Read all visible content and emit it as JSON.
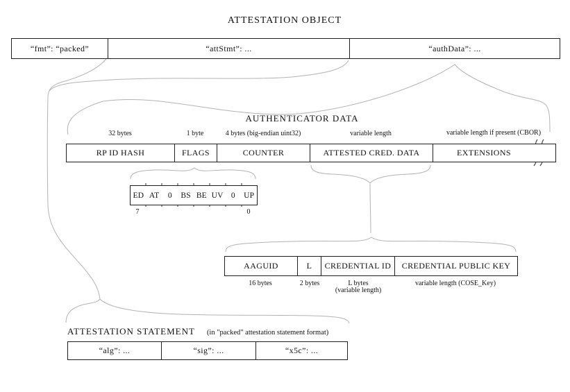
{
  "title": "ATTESTATION OBJECT",
  "attestation_object": {
    "fmt_label": "“fmt”: “packed”",
    "attstmt_label": "“attStmt”: ...",
    "authdata_label": "“authData”: ..."
  },
  "authenticator_data": {
    "heading": "AUTHENTICATOR DATA",
    "fields": [
      {
        "label": "RP ID HASH",
        "size": "32 bytes"
      },
      {
        "label": "FLAGS",
        "size": "1 byte"
      },
      {
        "label": "COUNTER",
        "size": "4 bytes (big-endian uint32)"
      },
      {
        "label": "ATTESTED CRED. DATA",
        "size": "variable length"
      },
      {
        "label": "EXTENSIONS",
        "size": "variable length if present (CBOR)"
      }
    ]
  },
  "flags_detail": {
    "bits": [
      "ED",
      "AT",
      "0",
      "BS",
      "BE",
      "UV",
      "0",
      "UP"
    ],
    "msb": "7",
    "lsb": "0"
  },
  "attested_cred_detail": {
    "fields": [
      {
        "label": "AAGUID",
        "size": "16 bytes"
      },
      {
        "label": "L",
        "size": "2 bytes"
      },
      {
        "label": "CREDENTIAL ID",
        "size": "L bytes",
        "size_note": "(variable length)"
      },
      {
        "label": "CREDENTIAL PUBLIC KEY",
        "size": "variable length (COSE_Key)"
      }
    ]
  },
  "attestation_statement": {
    "heading": "ATTESTATION STATEMENT",
    "subheading": "(in \"packed\" attestation statement format)",
    "cells": [
      {
        "label": "“alg”: ..."
      },
      {
        "label": "“sig”: ..."
      },
      {
        "label": "“x5c”: ..."
      }
    ]
  }
}
